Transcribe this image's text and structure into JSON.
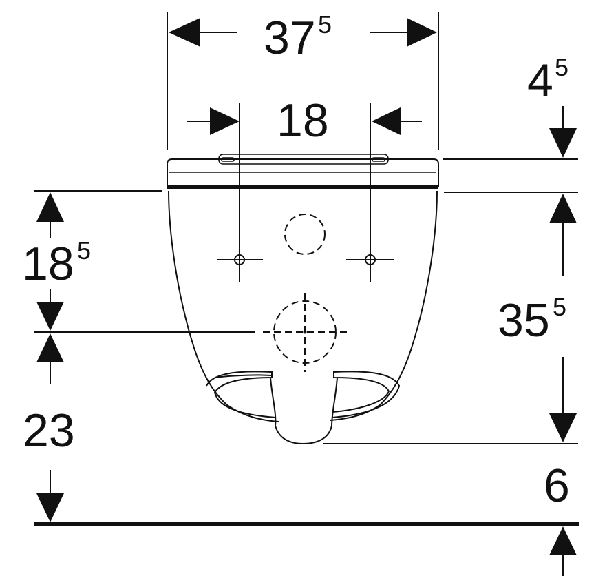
{
  "dimensions": {
    "overall_width": {
      "main": "37",
      "sup": "5"
    },
    "fixing_spacing": {
      "main": "18",
      "sup": ""
    },
    "seat_thickness": {
      "main": "4",
      "sup": "5"
    },
    "top_to_outlet_center": {
      "main": "18",
      "sup": "5"
    },
    "total_height_right": {
      "main": "35",
      "sup": "5"
    },
    "outlet_to_floor": {
      "main": "23",
      "sup": ""
    },
    "floor_gap": {
      "main": "6",
      "sup": ""
    }
  },
  "colors": {
    "line": "#111111",
    "background": "#ffffff"
  }
}
